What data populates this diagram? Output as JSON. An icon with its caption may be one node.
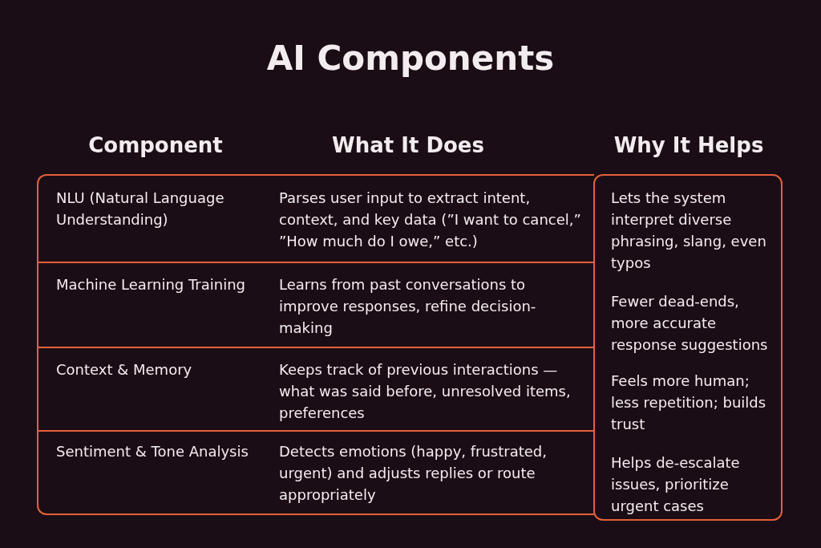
{
  "diagram": {
    "title": "AI Components",
    "labels": [
      "Component",
      "What It Does",
      "Why It Helps",
      "NLU (Natural Language Understanding)",
      "Parses user input to extract intent, context, and key data (”I want to cancel,” ”How much do I owe,” etc.)",
      "Lets the system interpret diverse phrasing, slang, even typos",
      "Machine Learning Training",
      "Learns from past conversations to improve responses, refine decision-making",
      "Fewer dead-ends, more accurate response suggestions",
      "Context & Memory",
      "Keeps track of previous interactions — what was said before, unresolved items, preferences",
      "Feels more human; less repetition; builds trust",
      "Sentiment & Tone Analysis",
      "Detects emotions (happy, frustrated, urgent) and adjusts replies or route appropriately",
      "Helps de-escalate issues, prioritize urgent cases"
    ]
  }
}
